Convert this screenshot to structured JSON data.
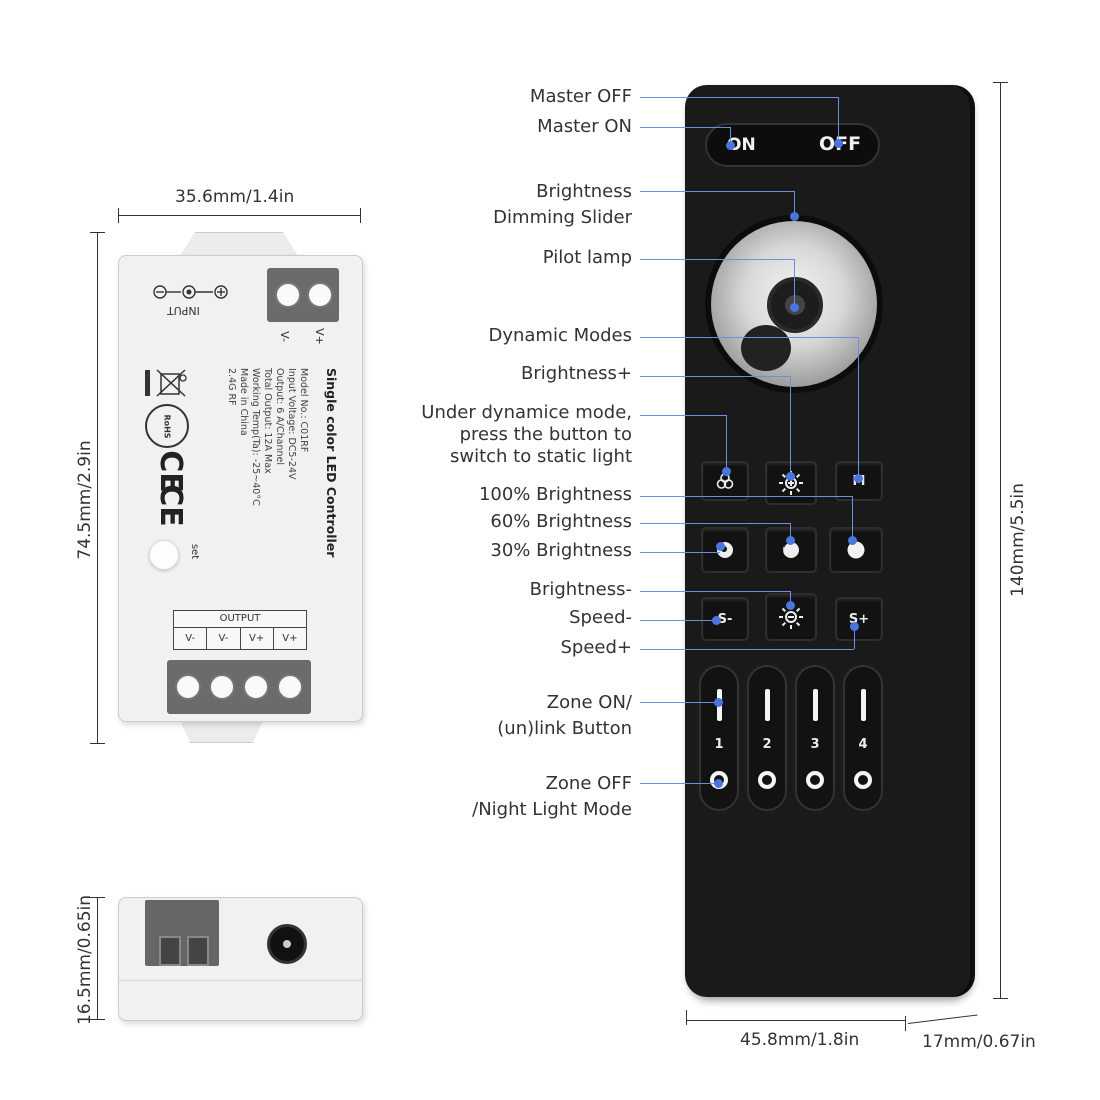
{
  "dimensions": {
    "controller_width": "35.6mm/1.4in",
    "controller_height": "74.5mm/2.9in",
    "controller_depth": "16.5mm/0.65in",
    "remote_height": "140mm/5.5in",
    "remote_width": "45.8mm/1.8in",
    "remote_depth": "17mm/0.67in"
  },
  "controller": {
    "input_label": "INPUT",
    "v_minus": "V-",
    "v_plus": "V+",
    "title": "Single color LED Controller",
    "specs": [
      "Model No.: C01RF",
      "Input Voltage: DC5-24V",
      "Output: 6 A/Channel",
      "Total Output: 12A Max",
      "Working Temp(Ta): -25~40°C",
      "Made in China",
      "2.4G RF"
    ],
    "rohs": "RoHS",
    "ce": "CE",
    "set_label": "set",
    "output_label": "OUTPUT",
    "output_pins": [
      "V-",
      "V-",
      "V+",
      "V+"
    ]
  },
  "remote": {
    "on_label": "ON",
    "off_label": "OFF",
    "mode_label": "M",
    "speed_minus": "S-",
    "speed_plus": "S+",
    "zones": [
      "1",
      "2",
      "3",
      "4"
    ]
  },
  "callouts": [
    {
      "lines": [
        "Master OFF"
      ]
    },
    {
      "lines": [
        "Master ON"
      ]
    },
    {
      "lines": [
        "Brightness",
        "Dimming Slider"
      ]
    },
    {
      "lines": [
        "Pilot lamp"
      ]
    },
    {
      "lines": [
        "Dynamic Modes"
      ]
    },
    {
      "lines": [
        "Brightness+"
      ]
    },
    {
      "lines": [
        "Under dynamice mode,",
        "press the button to",
        "switch to static light"
      ]
    },
    {
      "lines": [
        "100% Brightness"
      ]
    },
    {
      "lines": [
        "60% Brightness"
      ]
    },
    {
      "lines": [
        "30% Brightness"
      ]
    },
    {
      "lines": [
        "Brightness-"
      ]
    },
    {
      "lines": [
        "Speed-"
      ]
    },
    {
      "lines": [
        "Speed+"
      ]
    },
    {
      "lines": [
        "Zone ON/",
        "(un)link Button"
      ]
    },
    {
      "lines": [
        "Zone OFF",
        "/Night Light Mode"
      ]
    }
  ],
  "colors": {
    "accent": "#4a74e0",
    "remote_body": "#1a1a1a",
    "controller_body": "#f1f1f1"
  }
}
